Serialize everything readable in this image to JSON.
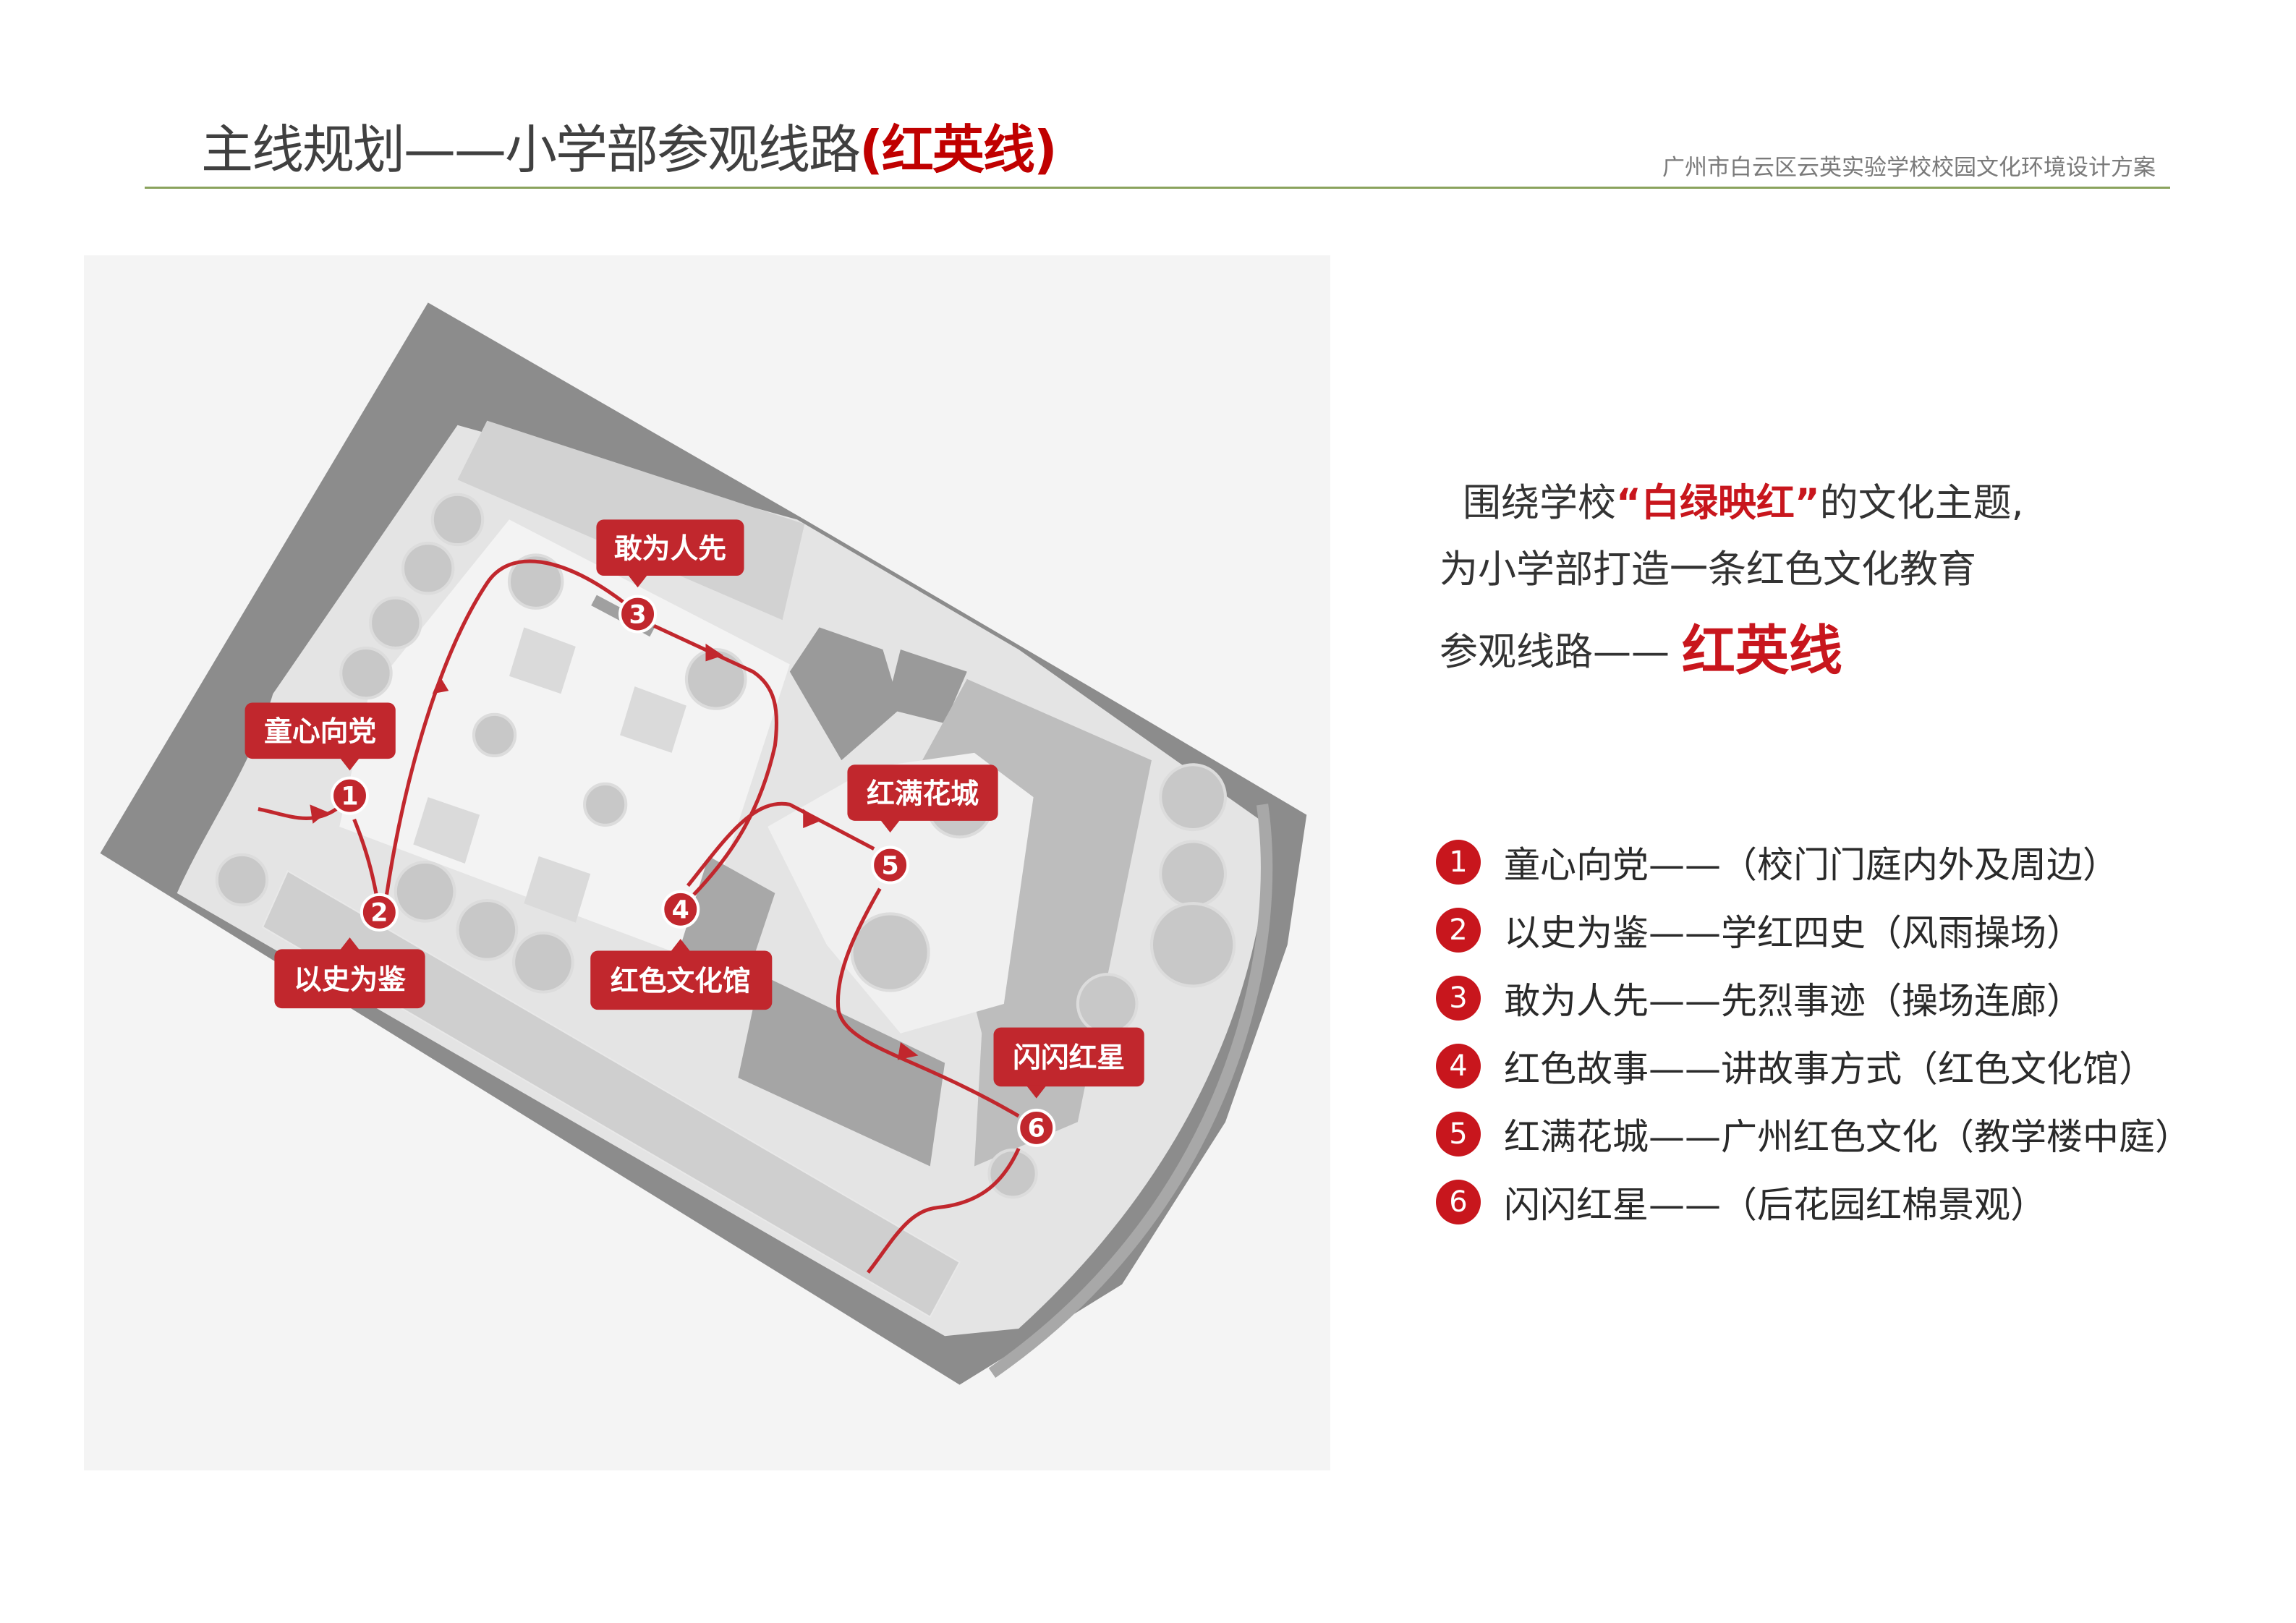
{
  "header": {
    "title_main": "主线规划——小学部参观线路",
    "title_highlight": "(红英线)",
    "subtitle": "广州市白云区云英实验学校校园文化环境设计方案"
  },
  "intro": {
    "line1_pre": "围绕学校",
    "line1_highlight": "“白绿映红”",
    "line1_post": "的文化主题,",
    "line2": "为小学部打造一条红色文化教育",
    "line3_pre": "参观线路——",
    "line3_highlight": "红英线"
  },
  "route": [
    {
      "num": "1",
      "map_label": "童心向党",
      "desc": "童心向党——（校门门庭内外及周边）"
    },
    {
      "num": "2",
      "map_label": "以史为鉴",
      "desc": "以史为鉴——学红四史（风雨操场）"
    },
    {
      "num": "3",
      "map_label": "敢为人先",
      "desc": "敢为人先——先烈事迹（操场连廊）"
    },
    {
      "num": "4",
      "map_label": "红色文化馆",
      "desc": "红色故事——讲故事方式（红色文化馆）"
    },
    {
      "num": "5",
      "map_label": "红满花城",
      "desc": "红满花城——广州红色文化（教学楼中庭）"
    },
    {
      "num": "6",
      "map_label": "闪闪红星",
      "desc": "闪闪红星——（后花园红棉景观）"
    }
  ],
  "colors": {
    "accent": "#c8161d",
    "rule": "#8aa35d",
    "title": "#404040"
  }
}
